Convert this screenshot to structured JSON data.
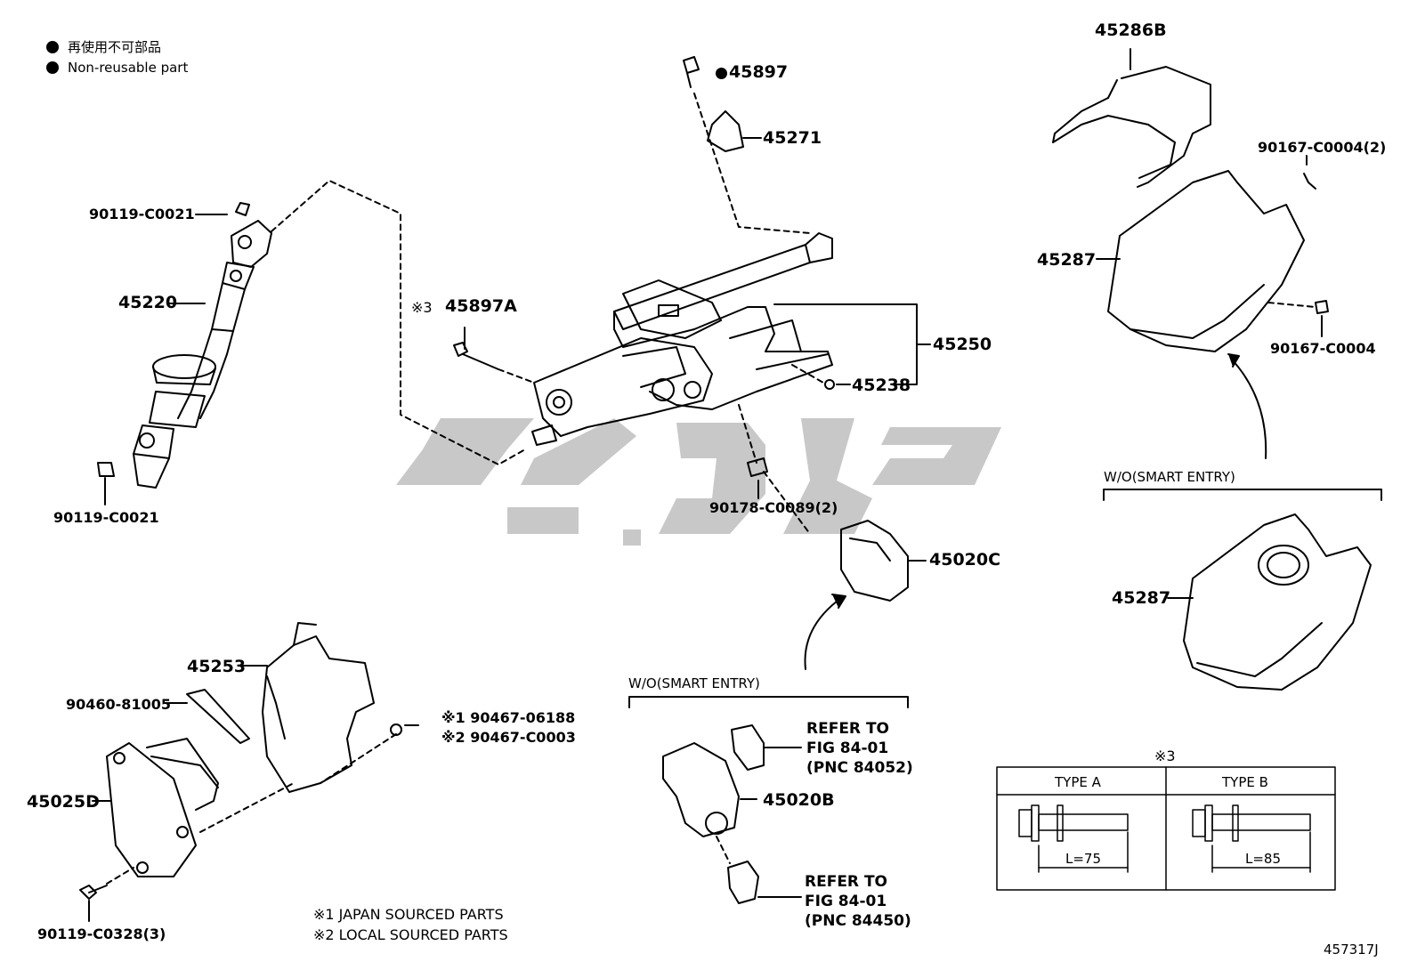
{
  "legend": {
    "jp": "再使用不可部品",
    "en": "Non-reusable part"
  },
  "labels": {
    "p45897": "45897",
    "p45271": "45271",
    "p45286B": "45286B",
    "p90167_c0004_2": "90167-C0004(2)",
    "p45287_top": "45287",
    "p90167_c0004": "90167-C0004",
    "p90119_c0021_top": "90119-C0021",
    "p45220": "45220",
    "p90119_c0021_bottom": "90119-C0021",
    "p45897A_mark": "※3",
    "p45897A": "45897A",
    "p45250": "45250",
    "p45238": "45238",
    "p90178_c0089_2": "90178-C0089(2)",
    "p45020C": "45020C",
    "p45287_bottom": "45287",
    "p45253": "45253",
    "p90460_81005": "90460-81005",
    "p90467_06188": "※1 90467-06188",
    "p90467_c0003": "※2 90467-C0003",
    "p45025D": "45025D",
    "p90119_c0328_3": "90119-C0328(3)",
    "p45020B": "45020B"
  },
  "wo_smart_entry_right": "W/O(SMART ENTRY)",
  "wo_smart_entry_center": "W/O(SMART ENTRY)",
  "refer_1": "REFER TO\nFIG 84-01\n(PNC 84052)",
  "refer_2": "REFER TO\nFIG 84-01\n(PNC 84450)",
  "notes": {
    "n1": "※1 JAPAN SOURCED PARTS",
    "n2": "※2 LOCAL SOURCED PARTS"
  },
  "type_table": {
    "mark": "※3",
    "type_a": "TYPE A",
    "type_b": "TYPE B",
    "len_a": "L=75",
    "len_b": "L=85"
  },
  "figure_id": "457317J",
  "colors": {
    "line": "#000000",
    "watermark": "#c8c8c8",
    "background": "#ffffff"
  }
}
